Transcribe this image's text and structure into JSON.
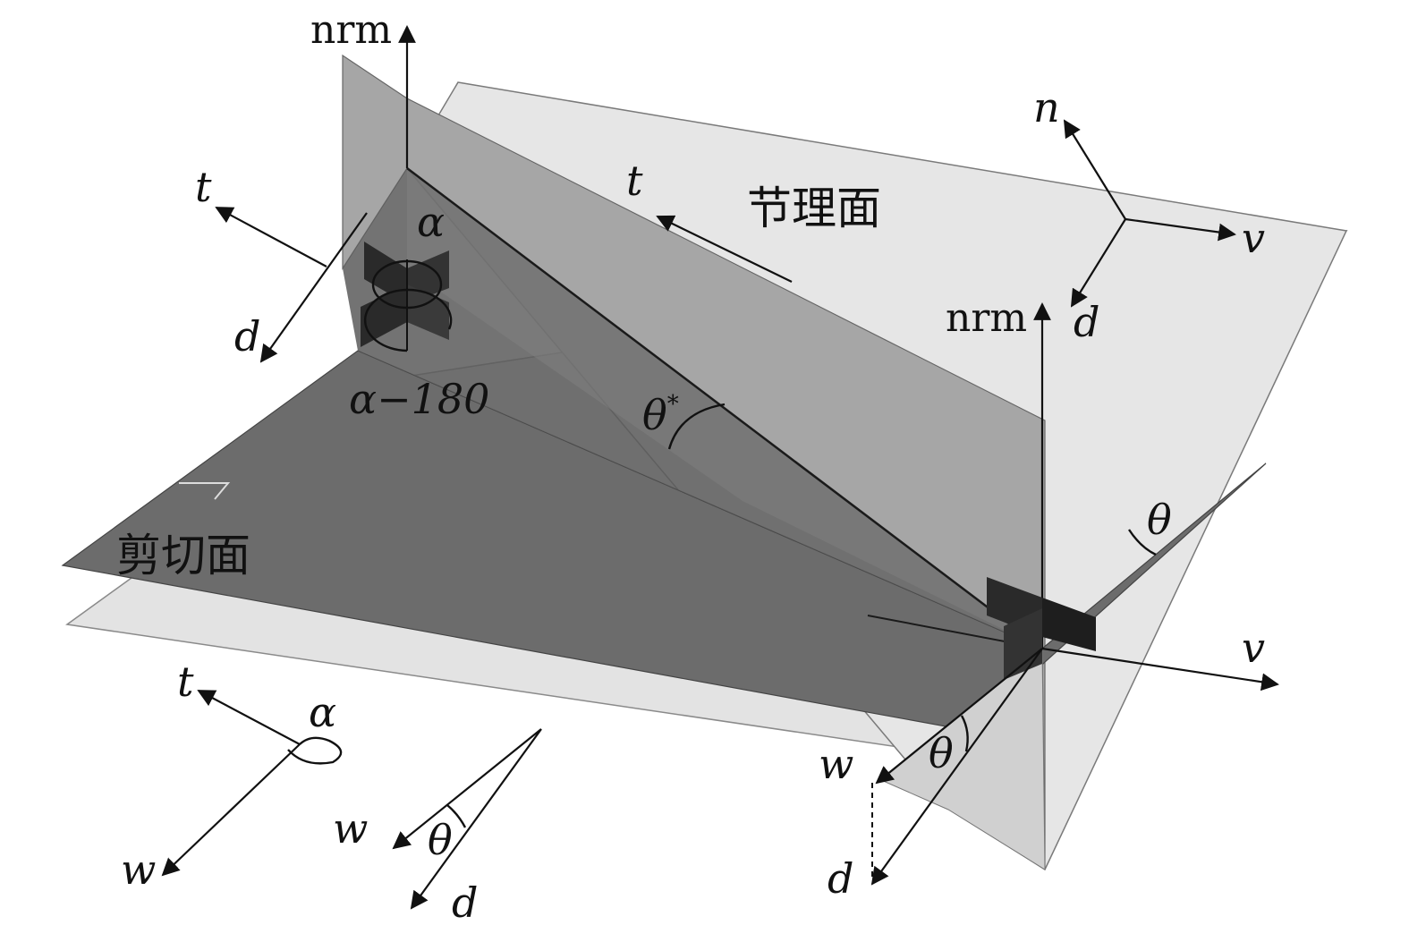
{
  "labels": {
    "nrm_left": "nrm",
    "nrm_right": "nrm",
    "t_left": "t",
    "d_left": "d",
    "alpha_top": "α",
    "alpha_minus_180": "α−180",
    "t_center": "t",
    "joint_plane": "节理面",
    "theta_star": "θ",
    "theta_star_sup": "*",
    "shear_plane": "剪切面",
    "n_topright": "n",
    "v_topright": "v",
    "d_topright": "d",
    "theta_right": "θ",
    "v_right": "v",
    "theta_bottomright": "θ",
    "w_bottomright": "w",
    "d_bottomright": "d",
    "t_bottomleft": "t",
    "alpha_bottomleft": "α",
    "w_bottomleft": "w",
    "w_bottomcenter": "w",
    "theta_bottomcenter": "θ",
    "d_bottomcenter": "d"
  },
  "colors": {
    "light_plane": "#e3e3e3",
    "medium_plane": "#a8a8a8",
    "dark_plane": "#6e6e6e",
    "darker_plane": "#555555",
    "ink": "#111111"
  }
}
